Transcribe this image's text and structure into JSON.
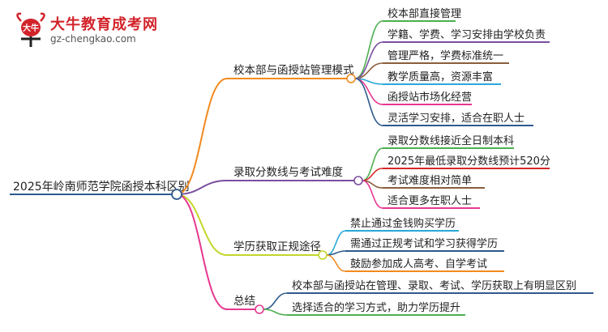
{
  "logo": {
    "title": "大牛教育成考网",
    "url": "gz-chengkao.com",
    "mark_text": "大牛"
  },
  "root": {
    "label": "2025年岭南师范学院函授本科区别",
    "color": "#2e5a8c"
  },
  "branches": [
    {
      "label": "校本部与函授站管理模式",
      "color": "#f28a1e",
      "children": [
        {
          "label": "校本部直接管理",
          "color": "#4caf50"
        },
        {
          "label": "学籍、学费、学习安排由学校负责",
          "color": "#7b4fa0"
        },
        {
          "label": "管理严格，学费标准统一",
          "color": "#8b5e3c"
        },
        {
          "label": "教学质量高，资源丰富",
          "color": "#29a8d8"
        },
        {
          "label": "函授站市场化经营",
          "color": "#e6378f"
        },
        {
          "label": "灵活学习安排，适合在职人士",
          "color": "#2e5a8c"
        }
      ]
    },
    {
      "label": "录取分数线与考试难度",
      "color": "#7b4fa0",
      "children": [
        {
          "label": "录取分数线接近全日制本科",
          "color": "#4caf50"
        },
        {
          "label": "2025年最低录取分数线预计520分",
          "color": "#d62828"
        },
        {
          "label": "考试难度相对简单",
          "color": "#8b5e3c"
        },
        {
          "label": "适合更多在职人士",
          "color": "#e6378f"
        }
      ]
    },
    {
      "label": "学历获取正规途径",
      "color": "#c4d62b",
      "children": [
        {
          "label": "禁止通过金钱购买学历",
          "color": "#29a8d8"
        },
        {
          "label": "需通过正规考试和学习获得学历",
          "color": "#2e5a8c"
        },
        {
          "label": "鼓励参加成人高考、自学考试",
          "color": "#f28a1e"
        }
      ]
    },
    {
      "label": "总结",
      "color": "#e6378f",
      "children": [
        {
          "label": "校本部与函授站在管理、录取、考试、学历获取上有明显区别",
          "color": "#2e5a8c"
        },
        {
          "label": "选择适合的学习方式，助力学历提升",
          "color": "#4caf50"
        }
      ]
    }
  ]
}
